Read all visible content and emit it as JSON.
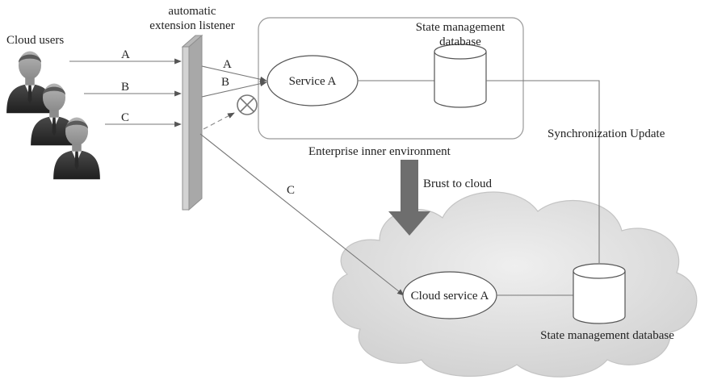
{
  "labels": {
    "cloud_users": "Cloud users",
    "listener_line1": "automatic",
    "listener_line2": "extension listener",
    "db_top_line1": "State management",
    "db_top_line2": "database",
    "service_a": "Service A",
    "enterprise_env": "Enterprise inner environment",
    "burst": "Brust to cloud",
    "sync_update": "Synchronization Update",
    "cloud_service_a": "Cloud service A",
    "db_bottom": "State management database",
    "arrow_labels": {
      "a_in": "A",
      "b_in": "B",
      "c_in": "C",
      "a_out": "A",
      "b_out": "B",
      "c_cloud": "C"
    }
  },
  "icons": {
    "users": "businessman-icon",
    "blocked": "blocked-x-icon",
    "database": "cylinder-database-icon",
    "cloud": "cloud-shape"
  },
  "colors": {
    "line": "#777777",
    "burst_arrow": "#6e6e6e",
    "cloud_fill": "#dcdcdc",
    "listener_fill": "#cfcfcf"
  }
}
